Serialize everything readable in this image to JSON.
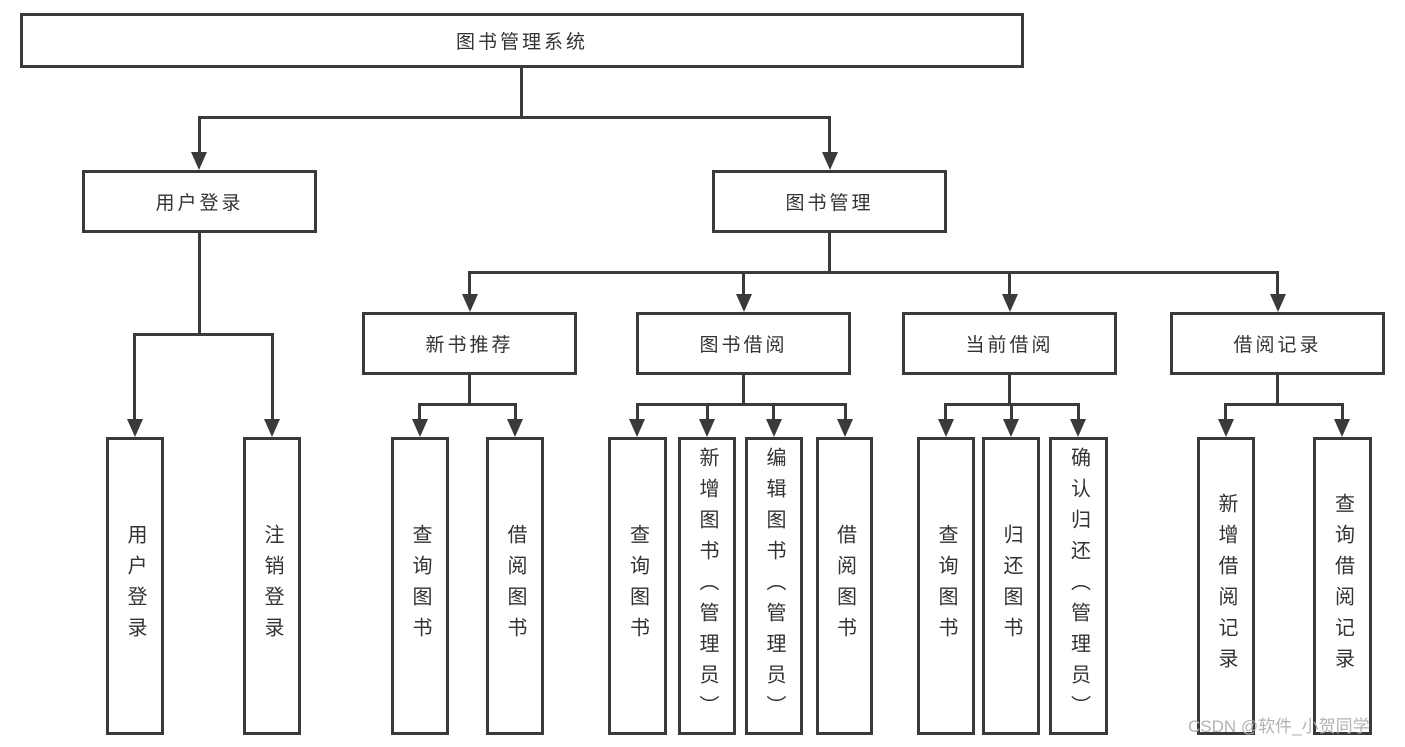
{
  "colors": {
    "line": "#3a3a3a",
    "text": "#333333",
    "bg": "#ffffff",
    "watermark": "#b3b3b3"
  },
  "tree": {
    "label": "图书管理系统",
    "children": [
      {
        "label": "用户登录",
        "children": [
          {
            "label": "用户登录"
          },
          {
            "label": "注销登录"
          }
        ]
      },
      {
        "label": "图书管理",
        "children": [
          {
            "label": "新书推荐",
            "children": [
              {
                "label": "查询图书"
              },
              {
                "label": "借阅图书"
              }
            ]
          },
          {
            "label": "图书借阅",
            "children": [
              {
                "label": "查询图书"
              },
              {
                "label": "新增图书（管理员）"
              },
              {
                "label": "编辑图书（管理员）"
              },
              {
                "label": "借阅图书"
              }
            ]
          },
          {
            "label": "当前借阅",
            "children": [
              {
                "label": "查询图书"
              },
              {
                "label": "归还图书"
              },
              {
                "label": "确认归还（管理员）"
              }
            ]
          },
          {
            "label": "借阅记录",
            "children": [
              {
                "label": "新增借阅记录"
              },
              {
                "label": "查询借阅记录"
              }
            ]
          }
        ]
      }
    ]
  },
  "watermark": {
    "text": "CSDN @软件_小贺同学"
  }
}
